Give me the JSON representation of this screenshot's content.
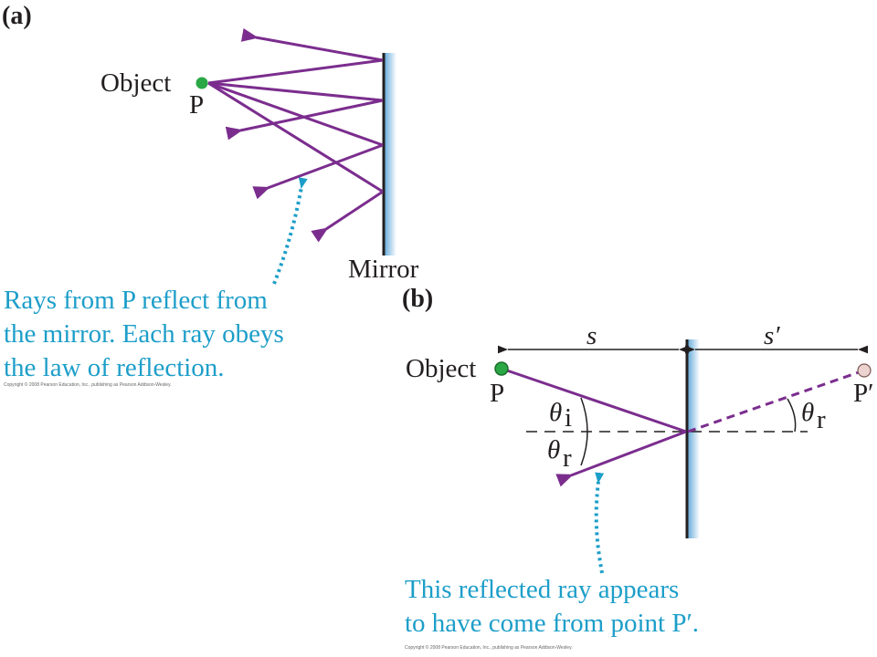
{
  "panel_a": {
    "label": "(a)",
    "object_label": "Object",
    "point_label": "P",
    "mirror_label": "Mirror",
    "caption_lines": [
      "Rays from P reflect from",
      "the mirror. Each ray obeys",
      "the law of reflection."
    ],
    "copyright": "Copyright © 2008 Pearson Education, Inc., publishing as Pearson Addison-Wesley."
  },
  "panel_b": {
    "label": "(b)",
    "object_label": "Object",
    "point_label": "P",
    "image_point_label": "P′",
    "distance_s": "s",
    "distance_s_prime": "s′",
    "theta": "θ",
    "sub_i": "i",
    "sub_r": "r",
    "caption_lines": [
      "This reflected ray appears",
      "to have come from point P′."
    ],
    "copyright": "Copyright © 2008 Pearson Education, Inc., publishing as Pearson Addison-Wesley."
  },
  "colors": {
    "ray": "#7b2d8e",
    "object_point": "#2aa845",
    "image_point": "#ecd3cf",
    "caption": "#1d9ec9",
    "mirror_glass": "#7fb8e0"
  }
}
